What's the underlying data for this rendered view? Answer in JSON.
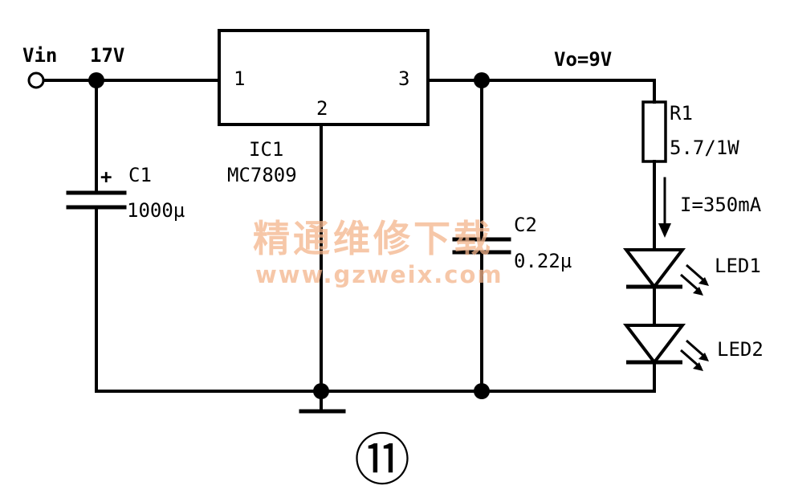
{
  "labels": {
    "vin": "Vin",
    "vin_voltage": "17V",
    "vout": "Vo=9V",
    "ic_pin1": "1",
    "ic_pin2": "2",
    "ic_pin3": "3",
    "ic_name": "IC1",
    "ic_part": "MC7809",
    "c1_name": "C1",
    "c1_value": "1000µ",
    "c1_polarity": "+",
    "c2_name": "C2",
    "c2_value": "0.22µ",
    "r1_name": "R1",
    "r1_value": "5.7/1W",
    "current": "I=350mA",
    "led1": "LED1",
    "led2": "LED2",
    "figure_number": "⑪"
  },
  "watermark": {
    "line1": "精通维修下载",
    "line2": "www.gzweix.com",
    "color": "#f4b58c"
  }
}
